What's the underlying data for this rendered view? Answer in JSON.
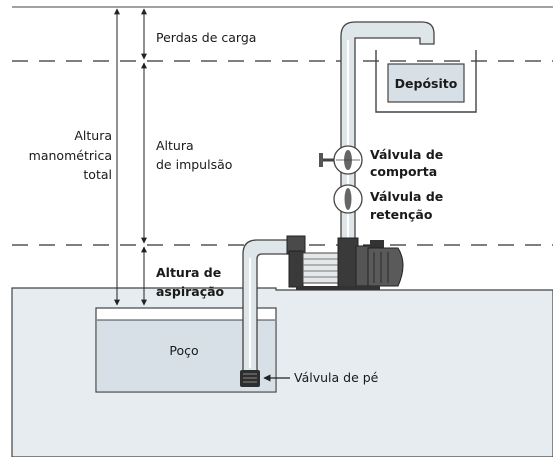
{
  "labels": {
    "perdas": "Perdas de carga",
    "deposito": "Depósito",
    "altura_total": [
      "Altura",
      "manométrica",
      "total"
    ],
    "impulsao": [
      "Altura",
      "de impulsão"
    ],
    "valvula_comporta": [
      "Válvula de",
      "comporta"
    ],
    "valvula_retencao": [
      "Válvula de",
      "retenção"
    ],
    "aspiracao": [
      "Altura de",
      "aspiração"
    ],
    "poco": "Poço",
    "valvula_pe": "Válvula de pé"
  },
  "colors": {
    "ground": "#e6ecef",
    "water": "#d6e0e6",
    "pipe": "#dfe6ea",
    "pump": "#4a4a4a",
    "outline": "#444444"
  }
}
